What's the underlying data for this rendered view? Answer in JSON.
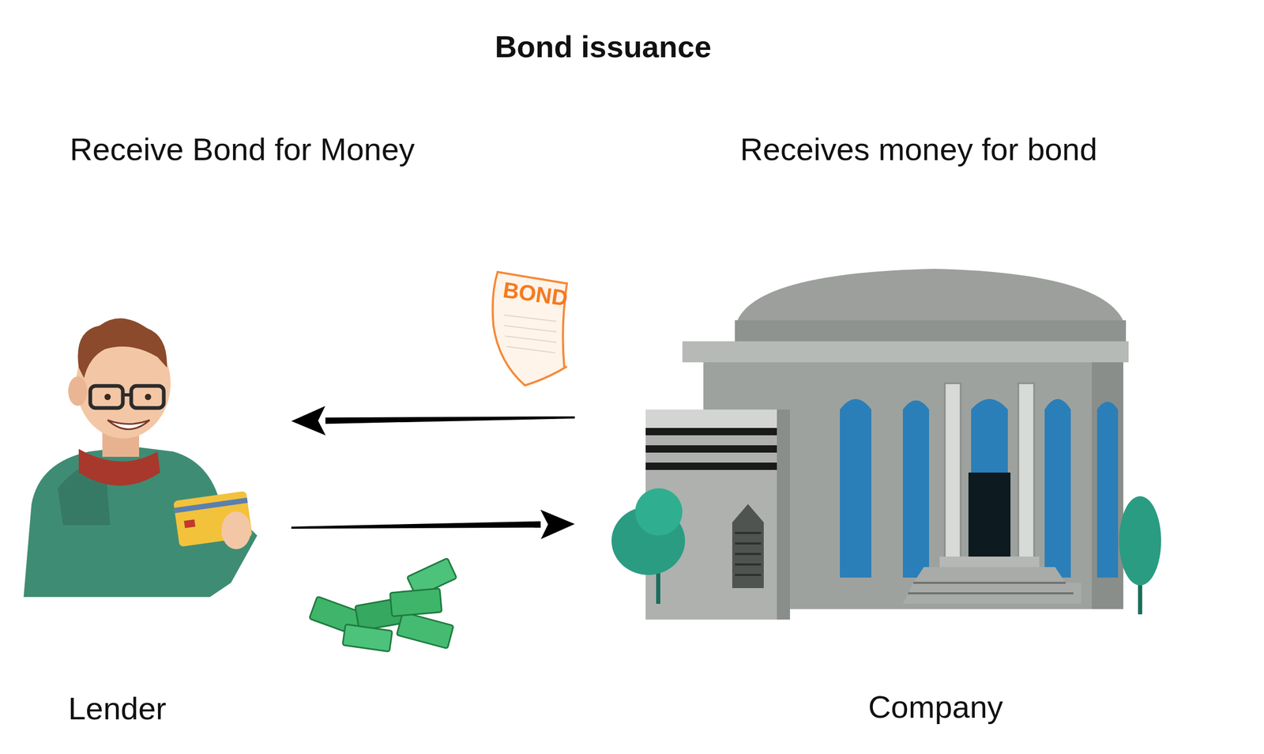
{
  "diagram": {
    "title": "Bond issuance",
    "nodes": [
      {
        "text": [
          "Lender"
        ]
      },
      {
        "text": [
          "Company"
        ]
      }
    ],
    "edges": [
      {
        "from": 1,
        "to": 0,
        "arrow": "to"
      },
      {
        "from": 0,
        "to": 1,
        "arrow": "to"
      }
    ],
    "labels": [
      "Receive Bond for Money",
      "Receives money for bond",
      "BOND"
    ]
  }
}
